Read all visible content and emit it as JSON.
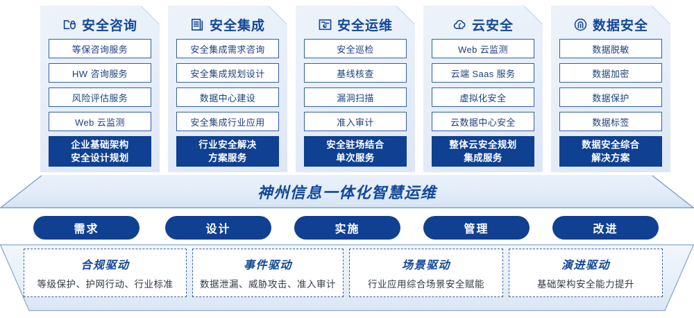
{
  "columns": [
    {
      "icon": "folder-lock-icon",
      "title": "安全咨询",
      "items": [
        "等保咨询服务",
        "HW 咨询服务",
        "风险评估服务",
        "Web 云监测"
      ],
      "highlight": [
        "企业基础架构",
        "安全设计规划"
      ]
    },
    {
      "icon": "document-copy-icon",
      "title": "安全集成",
      "items": [
        "安全集成需求咨询",
        "安全集成规划设计",
        "数据中心建设",
        "安全集成行业应用"
      ],
      "highlight": [
        "行业安全解决",
        "方案服务"
      ]
    },
    {
      "icon": "folder-chart-icon",
      "title": "安全运维",
      "items": [
        "安全巡检",
        "基线核查",
        "漏洞扫描",
        "准入审计"
      ],
      "highlight": [
        "安全驻场结合",
        "单次服务"
      ]
    },
    {
      "icon": "cloud-icon",
      "title": "云安全",
      "items": [
        "Web 云监测",
        "云端 Saas 服务",
        "虚拟化安全",
        "云数据中心安全"
      ],
      "highlight": [
        "整体云安全规划",
        "集成服务"
      ]
    },
    {
      "icon": "fingerprint-icon",
      "title": "数据安全",
      "items": [
        "数据脱敏",
        "数据加密",
        "数据保护",
        "数据标签"
      ],
      "highlight": [
        "数据安全综合",
        "解决方案"
      ]
    }
  ],
  "banner": {
    "title": "神州信息一体化智慧运维"
  },
  "pills": [
    {
      "label": "需求"
    },
    {
      "label": "设计"
    },
    {
      "label": "实施"
    },
    {
      "label": "管理"
    },
    {
      "label": "改进"
    }
  ],
  "drivers": [
    {
      "title": "合规驱动",
      "sub": "等级保护、护网行动、行业标准"
    },
    {
      "title": "事件驱动",
      "sub": "数据泄漏、威胁攻击、准入审计"
    },
    {
      "title": "场景驱动",
      "sub": "行业应用综合场景安全赋能"
    },
    {
      "title": "演进驱动",
      "sub": "基础架构安全能力提升"
    }
  ],
  "colors": {
    "brand_blue": "#0f4092",
    "title_blue": "#11479b",
    "item_border": "#2f5fa8",
    "panel_bg": "#e9f0f9"
  }
}
